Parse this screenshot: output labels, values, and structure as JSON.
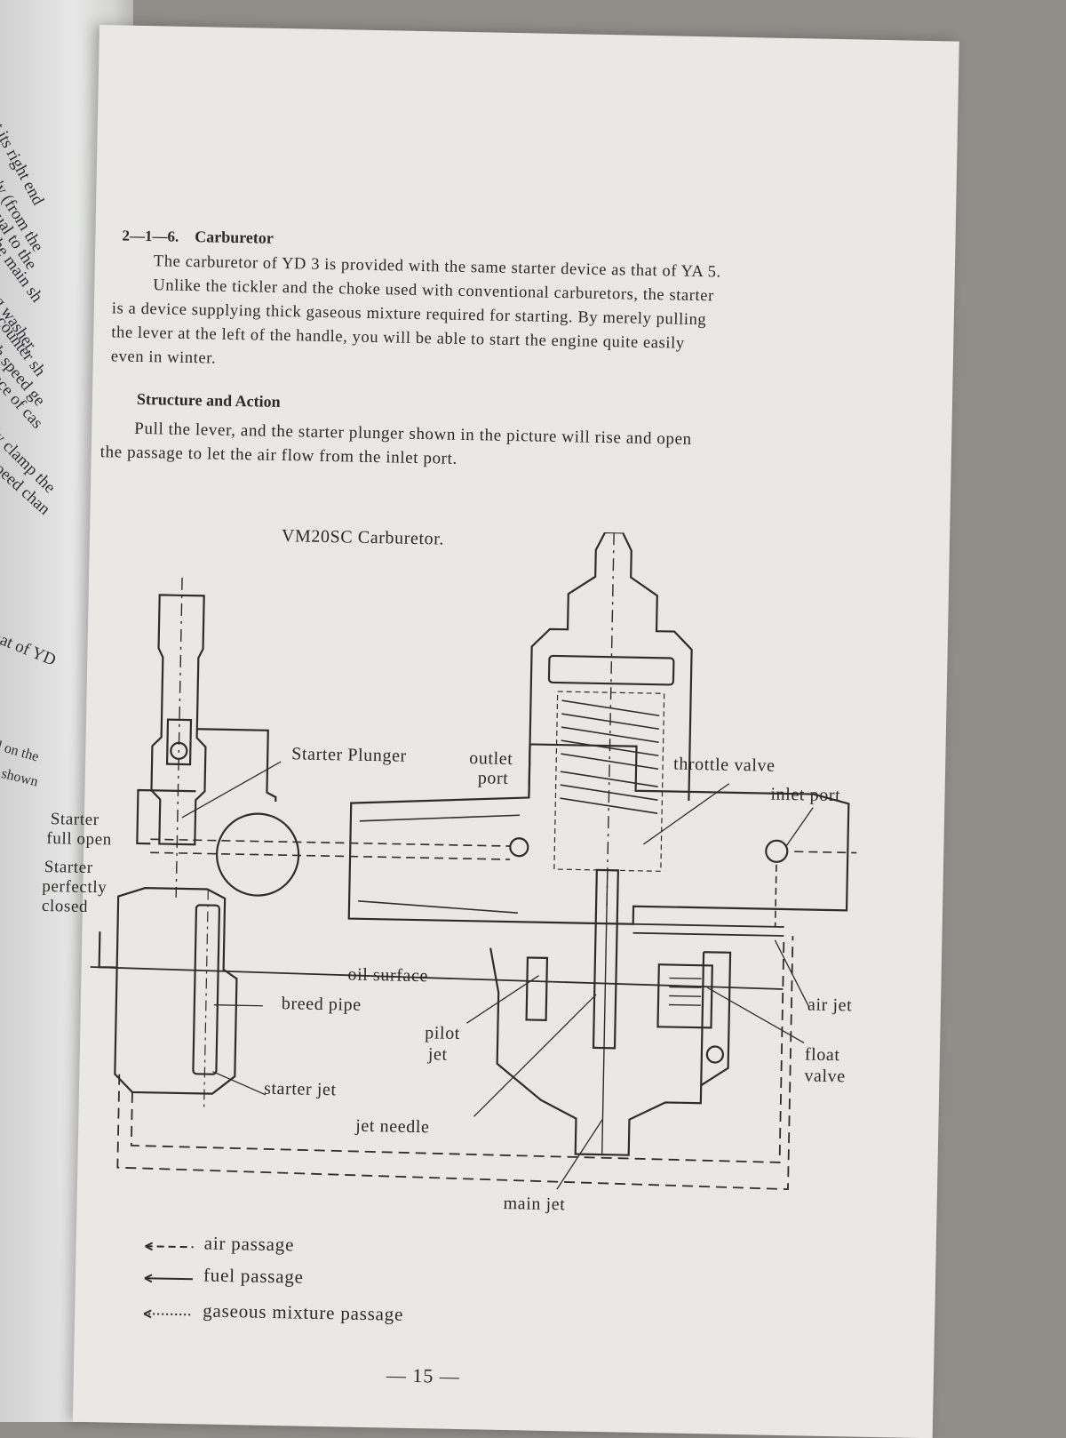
{
  "left_page": {
    "fragments": [
      "at its right end",
      "ss'y (from the",
      "equal to the",
      "f the main sh",
      "ng washer,",
      "counter sh",
      "th speed ge",
      "face of cas",
      "ly clamp the",
      "speed chan",
      "hat of YD",
      "d on the",
      "shown"
    ]
  },
  "section": {
    "number": "2—1—6.",
    "title": "Carburetor"
  },
  "intro_lines": [
    "The carburetor of YD 3 is provided with the same starter device as that of YA 5.",
    "Unlike the tickler and the choke used with conventional carburetors, the starter",
    "is a device supplying thick gaseous mixture required for starting.  By merely pulling",
    "the lever at the left of the handle, you will be able to start the engine quite easily",
    "even in winter."
  ],
  "subheading": "Structure and Action",
  "action_lines": [
    "Pull the lever, and the starter plunger shown in the picture will rise and open",
    "the passage to let the air flow from the inlet port."
  ],
  "diagram": {
    "title": "VM20SC Carburetor.",
    "labels": {
      "starter_plunger": "Starter Plunger",
      "outlet_port_1": "outlet",
      "outlet_port_2": "port",
      "throttle_valve": "throttle valve",
      "inlet_port": "inlet port",
      "starter_full_open_1": "Starter",
      "starter_full_open_2": "full open",
      "starter_closed_1": "Starter",
      "starter_closed_2": "perfectly",
      "starter_closed_3": "closed",
      "oil_surface": "oil surface",
      "breed_pipe": "breed pipe",
      "pilot_jet_1": "pilot",
      "pilot_jet_2": "jet",
      "air_jet": "air jet",
      "float_valve_1": "float",
      "float_valve_2": "valve",
      "starter_jet": "starter jet",
      "jet_needle": "jet needle",
      "main_jet": "main jet"
    }
  },
  "legend": {
    "air": "air passage",
    "fuel": "fuel passage",
    "mixture": "gaseous mixture passage"
  },
  "page_number": "— 15 —",
  "colors": {
    "paper": "#e9e8e4",
    "ink": "#2b2a28",
    "background": "#8f8d88"
  }
}
